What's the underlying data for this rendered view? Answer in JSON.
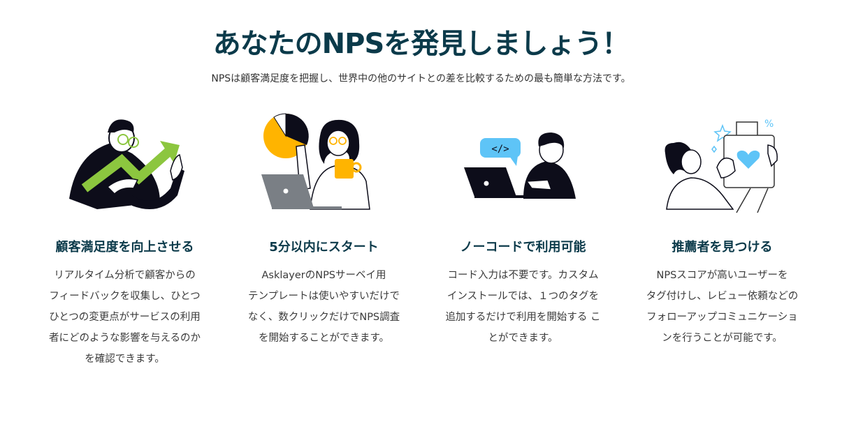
{
  "header": {
    "title": "あなたのNPSを発見しましょう！",
    "subtitle": "NPSは顧客満足度を把握し、世界中の他のサイトとの差を比較するための最も簡単な方法です。"
  },
  "colors": {
    "heading": "#0b3a4a",
    "body_text": "#3a3a3a",
    "accent_green": "#8cc63f",
    "accent_yellow": "#ffb400",
    "accent_blue": "#5ec4f7",
    "ink": "#0d0d1a",
    "laptop_gray": "#7a7f85"
  },
  "features": [
    {
      "icon": "growth-chart-illustration",
      "title": "顧客満足度を向上させる",
      "lines": [
        "リアルタイム分析で顧客からの",
        "フィードバックを収集し、ひとつ",
        "ひとつの変更点がサービスの利用",
        "者にどのような影響を与えるのか",
        "を確認できます。"
      ]
    },
    {
      "icon": "pie-chart-coffee-illustration",
      "title": "5分以内にスタート",
      "lines": [
        "AsklayerのNPSサーベイ用",
        "テンプレートは使いやすいだけで",
        "なく、数クリックだけでNPS調査",
        "を開始することができます。"
      ]
    },
    {
      "icon": "code-laptop-illustration",
      "title": "ノーコードで利用可能",
      "bubble_text": "</>",
      "lines": [
        "コード入力は不要です。カスタム",
        "インストールでは、１つのタグを",
        "追加するだけで利用を開始する こ",
        "とができます。"
      ]
    },
    {
      "icon": "shopping-bag-heart-illustration",
      "title": "推薦者を見つける",
      "badge_text": "%",
      "lines": [
        "NPSスコアが高いユーザーを",
        "タグ付けし、レビュー依頼などの",
        "フォローアップコミュニケーショ",
        "ンを行うことが可能です。"
      ]
    }
  ]
}
